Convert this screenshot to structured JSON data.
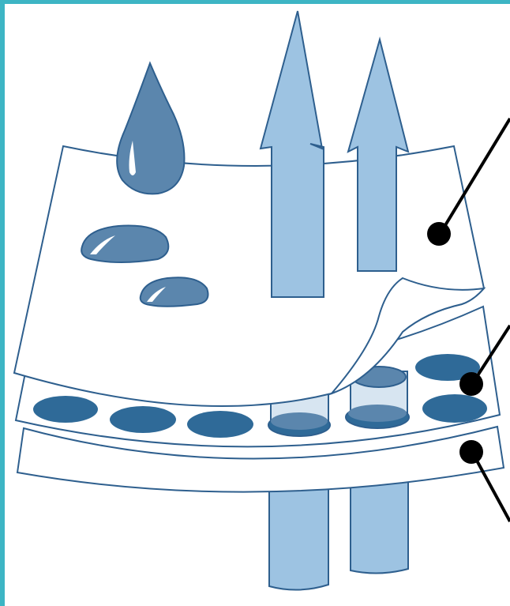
{
  "figure": {
    "layers": [
      "top-layer",
      "middle-absorbent-layer",
      "bottom-layer"
    ],
    "pointers": [
      "top-layer-pointer",
      "middle-layer-pointer",
      "bottom-layer-pointer"
    ],
    "icons": [
      "water-drop-icon",
      "vapor-arrow-icon",
      "air-flow-arrow-icon",
      "absorbent-bead-icon"
    ]
  },
  "colors": {
    "frame": "#3db5c4",
    "outline": "#2e5f8e",
    "drop_fill": "#5b86ad",
    "bead_fill": "#2f6a98",
    "arrow_fill": "#9dc3e2",
    "pointer": "#000000"
  }
}
